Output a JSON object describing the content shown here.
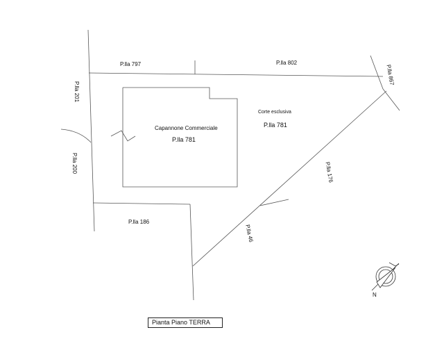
{
  "parcels": {
    "p797": "P.lla 797",
    "p802": "P.lla 802",
    "p867": "P.lla 867",
    "p201": "P.lla 201",
    "p200": "P.lla 200",
    "p186": "P.lla 186",
    "p176": "P.lla 176",
    "p46": "P.lla 46"
  },
  "building": {
    "name": "Capannone Commerciale",
    "parcel": "P.lla 781"
  },
  "courtyard": {
    "name": "Corte esclusiva",
    "parcel": "P.lla 781"
  },
  "north_arrow": {
    "label": "N"
  },
  "title": "Pianta Piano TERRA",
  "colors": {
    "line": "#555555",
    "text": "#111111"
  }
}
